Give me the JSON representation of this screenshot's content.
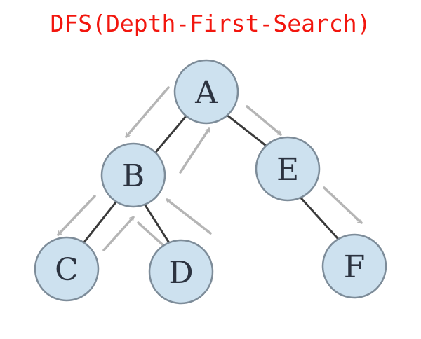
{
  "title": "DFS(Depth-First-Search)",
  "colors": {
    "title": "#f2160e",
    "node_fill": "#cde1ef",
    "node_stroke": "#7d8c99",
    "edge": "#3a3a3a",
    "arrow": "#b5b5b5",
    "label": "#2c3340"
  },
  "nodes": [
    {
      "id": "A",
      "label": "A"
    },
    {
      "id": "B",
      "label": "B"
    },
    {
      "id": "E",
      "label": "E"
    },
    {
      "id": "C",
      "label": "C"
    },
    {
      "id": "D",
      "label": "D"
    },
    {
      "id": "F",
      "label": "F"
    }
  ],
  "edges": [
    {
      "from": "A",
      "to": "B"
    },
    {
      "from": "A",
      "to": "E"
    },
    {
      "from": "B",
      "to": "C"
    },
    {
      "from": "B",
      "to": "D"
    },
    {
      "from": "E",
      "to": "F"
    }
  ],
  "traversal_order": [
    "A",
    "B",
    "C",
    "D",
    "E",
    "F"
  ]
}
